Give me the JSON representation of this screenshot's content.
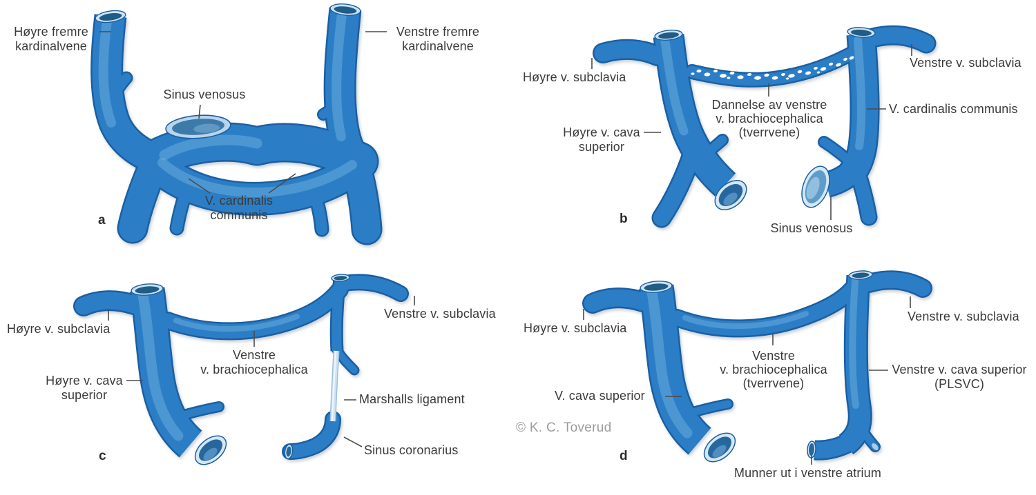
{
  "figure": {
    "copyright": "© K. C. Toverud",
    "colors": {
      "vein_blue": "#2b7ec6",
      "vein_outline": "#1a5fa2",
      "vein_highlight": "#6db0de",
      "opening_rim": "#cfe2f2",
      "opening_lumen": "#1f5c86",
      "ligament": "#cfe2f1",
      "label_text": "#3a3a3a",
      "leader_line": "#4a4a4a",
      "copyright_gray": "#9b9b9b"
    }
  },
  "panels": {
    "a": {
      "letter": "a",
      "labels": {
        "hoyre_fremre_kardinalvene": {
          "lines": [
            "Høyre fremre",
            "kardinalvene"
          ]
        },
        "venstre_fremre_kardinalvene": {
          "lines": [
            "Venstre fremre",
            "kardinalvene"
          ]
        },
        "sinus_venosus": {
          "lines": [
            "Sinus venosus"
          ]
        },
        "v_cardinalis_communis": {
          "lines": [
            "V. cardinalis",
            "communis"
          ]
        }
      }
    },
    "b": {
      "letter": "b",
      "labels": {
        "hoyre_v_subclavia": {
          "lines": [
            "Høyre v. subclavia"
          ]
        },
        "venstre_v_subclavia": {
          "lines": [
            "Venstre v. subclavia"
          ]
        },
        "dannelse_av_venstre": {
          "lines": [
            "Dannelse av venstre",
            "v. brachiocephalica",
            "(tverrvene)"
          ]
        },
        "v_cardinalis_communis": {
          "lines": [
            "V. cardinalis communis"
          ]
        },
        "hoyre_v_cava_superior": {
          "lines": [
            "Høyre v. cava",
            "superior"
          ]
        },
        "sinus_venosus": {
          "lines": [
            "Sinus venosus"
          ]
        }
      }
    },
    "c": {
      "letter": "c",
      "labels": {
        "hoyre_v_subclavia": {
          "lines": [
            "Høyre v. subclavia"
          ]
        },
        "venstre_v_subclavia": {
          "lines": [
            "Venstre v. subclavia"
          ]
        },
        "venstre_v_brachiocephalica": {
          "lines": [
            "Venstre",
            "v. brachiocephalica"
          ]
        },
        "hoyre_v_cava_superior": {
          "lines": [
            "Høyre v. cava",
            "superior"
          ]
        },
        "marshalls_ligament": {
          "lines": [
            "Marshalls ligament"
          ]
        },
        "sinus_coronarius": {
          "lines": [
            "Sinus coronarius"
          ]
        }
      }
    },
    "d": {
      "letter": "d",
      "labels": {
        "hoyre_v_subclavia": {
          "lines": [
            "Høyre v. subclavia"
          ]
        },
        "venstre_v_subclavia": {
          "lines": [
            "Venstre v. subclavia"
          ]
        },
        "venstre_v_brachiocephalica": {
          "lines": [
            "Venstre",
            "v. brachiocephalica",
            "(tverrvene)"
          ]
        },
        "v_cava_superior": {
          "lines": [
            "V. cava superior"
          ]
        },
        "venstre_v_cava_superior": {
          "lines": [
            "Venstre v. cava superior",
            "(PLSVC)"
          ]
        },
        "munner_ut_i_venstre_atrium": {
          "lines": [
            "Munner ut i venstre atrium"
          ]
        }
      }
    }
  }
}
